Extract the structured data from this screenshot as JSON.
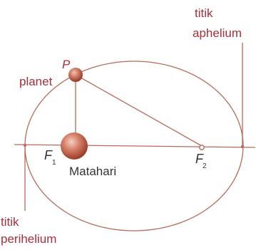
{
  "diagram": {
    "labels": {
      "aphelion_line1": "titik",
      "aphelion_line2": "aphelium",
      "perihelion_line1": "titik",
      "perihelion_line2": "perihelium",
      "planet": "planet",
      "point_p": "P",
      "sun": "Matahari",
      "focus1": "F",
      "focus1_sub": "1",
      "focus2": "F",
      "focus2_sub": "2"
    },
    "colors": {
      "orbit": "#b86a5a",
      "label": "#a3303c",
      "text": "#333333",
      "sun_center": "#f3c7b6",
      "sun_edge": "#a2442f"
    }
  }
}
